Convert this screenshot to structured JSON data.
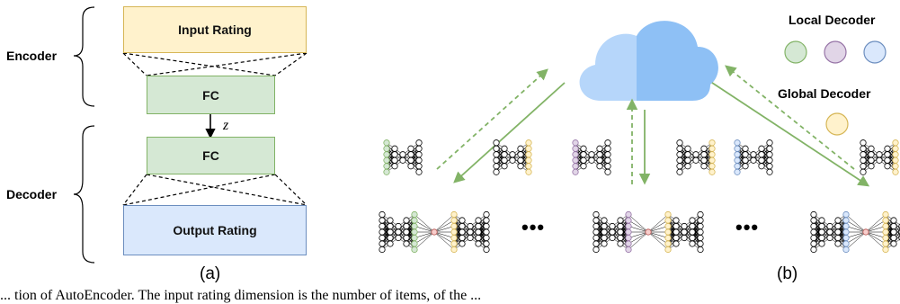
{
  "panel_a": {
    "encoder_label": "Encoder",
    "decoder_label": "Decoder",
    "input_box": "Input Rating",
    "fc_top": "FC",
    "fc_bottom": "FC",
    "z_label": "z",
    "output_box": "Output Rating",
    "caption": "(a)"
  },
  "panel_b": {
    "legend_local": "Local Decoder",
    "legend_global": "Global Decoder",
    "ellipsis_1": "•••",
    "ellipsis_2": "•••",
    "caption": "(b)"
  },
  "footer_text": "... tion of AutoEncoder. The input rating dimension is the number of items, of the ... ",
  "colors": {
    "yellow_fill": "#fff2cc",
    "yellow_stroke": "#d6b656",
    "green_fill": "#d5e8d4",
    "green_stroke": "#82b366",
    "purple_fill": "#e1d5e7",
    "purple_stroke": "#9673a6",
    "blue_fill": "#dae8fc",
    "blue_stroke": "#6c8ebf",
    "red_fill": "#f8cecc",
    "red_stroke": "#b85450",
    "arrow_green": "#82b366",
    "cloud_light": "#b6d6fa",
    "cloud_dark": "#8ec0f5"
  }
}
